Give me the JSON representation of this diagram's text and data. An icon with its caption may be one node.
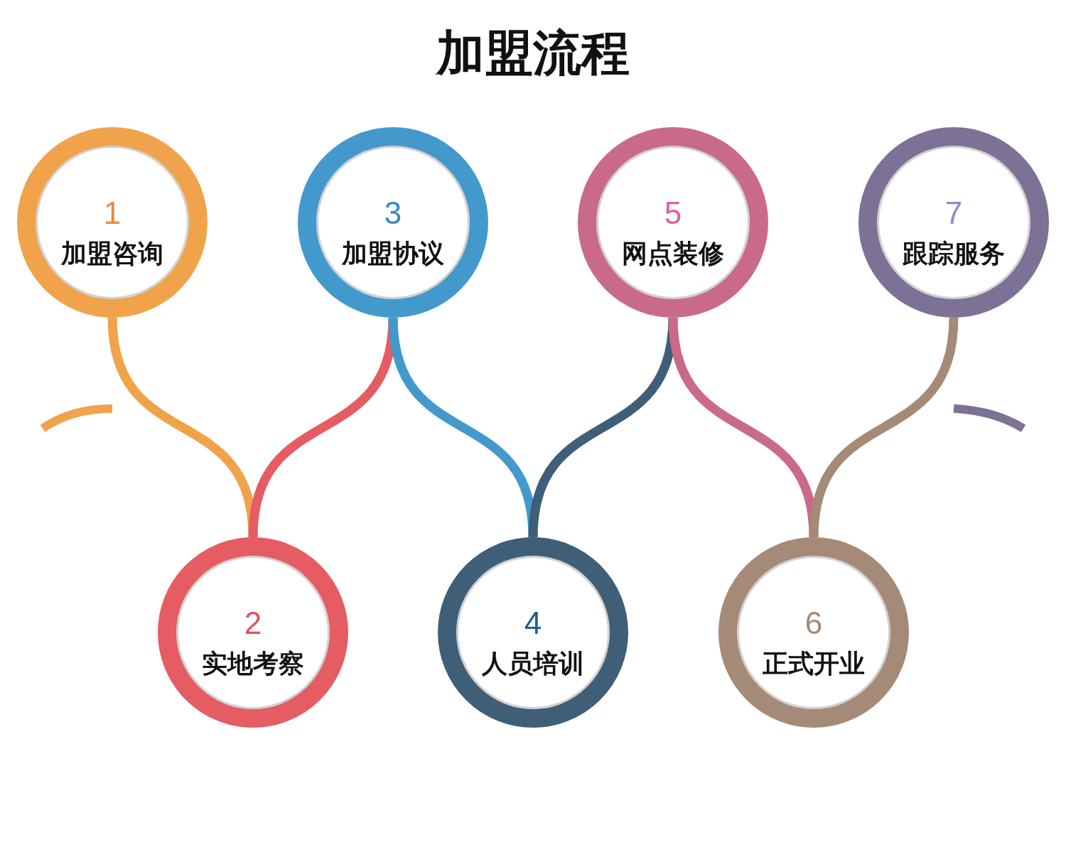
{
  "diagram": {
    "title": "加盟流程",
    "nodes": [
      {
        "text": [
          "1",
          "加盟咨询"
        ]
      },
      {
        "text": [
          "2",
          "实地考察"
        ]
      },
      {
        "text": [
          "3",
          "加盟协议"
        ]
      },
      {
        "text": [
          "4",
          "人员培训"
        ]
      },
      {
        "text": [
          "5",
          "网点装修"
        ]
      },
      {
        "text": [
          "6",
          "正式开业"
        ]
      },
      {
        "text": [
          "7",
          "跟踪服务"
        ]
      }
    ],
    "edges": [
      {
        "from": 0,
        "to": 1,
        "arrow": "none",
        "color": "#f0a34a"
      },
      {
        "from": 1,
        "to": 2,
        "arrow": "none",
        "color": "#e55c62"
      },
      {
        "from": 2,
        "to": 3,
        "arrow": "none",
        "color": "#4499cc"
      },
      {
        "from": 3,
        "to": 4,
        "arrow": "none",
        "color": "#3f5e78"
      },
      {
        "from": 4,
        "to": 5,
        "arrow": "none",
        "color": "#c96a88"
      },
      {
        "from": 5,
        "to": 6,
        "arrow": "none",
        "color": "#a58a77"
      }
    ]
  }
}
